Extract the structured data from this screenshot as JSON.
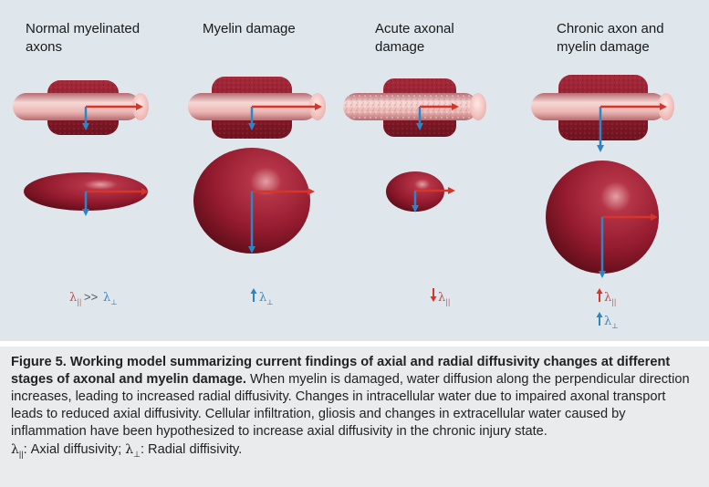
{
  "columns": [
    {
      "title_line1": "Normal myelinated",
      "title_line2": "axons",
      "label": "λ|| >> λ⊥"
    },
    {
      "title_line1": "Myelin damage",
      "title_line2": "",
      "label": "↑ λ⊥"
    },
    {
      "title_line1": "Acute axonal",
      "title_line2": "damage",
      "label": "↓ λ||"
    },
    {
      "title_line1": "Chronic axon and",
      "title_line2": "myelin damage",
      "label": "↑ λ|| ↑ λ⊥"
    }
  ],
  "labels": {
    "lambda": "λ",
    "axial_sub": "||",
    "radial_sub": "⊥",
    "much_greater": ">>"
  },
  "caption": {
    "bold_text": "Figure 5. Working model summarizing current findings of axial and radial diffusivity changes at different stages of axonal and myelin damage.",
    "body_text": " When myelin is damaged, water diffusion along the perpendicular direction increases, leading to increased radial diffusivity. Changes in intracellular water due to impaired axonal transport leads to reduced axial diffusivity. Cellular infiltration, gliosis and changes in extracellular water caused by inflammation have been hypothesized to increase axial diffusivity in the chronic injury state.",
    "legend_axial": ": Axial diffusivity; ",
    "legend_radial": ": Radial diffisivity."
  },
  "colors": {
    "panel_bg": "#dfe6ec",
    "caption_bg": "#e9ebed",
    "myelin": "#9e1f2e",
    "axon": "#f0c0bd",
    "red_arrow": "#d8352a",
    "blue_arrow": "#2a86c7",
    "label_red": "#c0504d",
    "label_blue": "#3a8ac0"
  }
}
